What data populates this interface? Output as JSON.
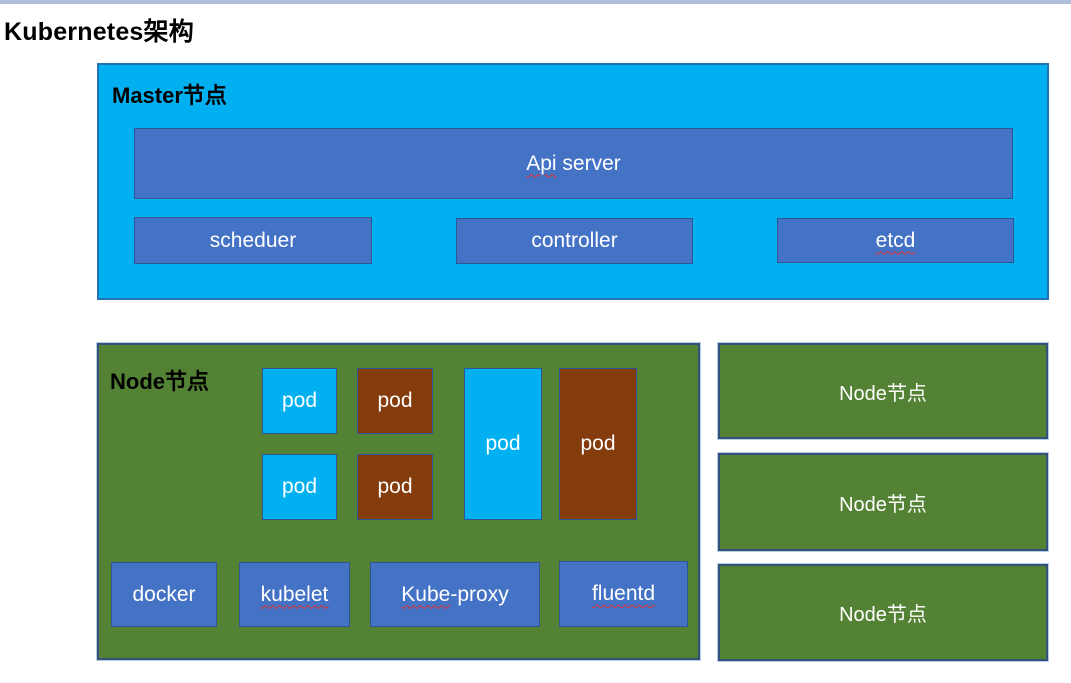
{
  "page": {
    "title": "Kubernetes架构"
  },
  "colors": {
    "canvas_bg": "#FFFFFF",
    "top_strip": "#AEBFDC",
    "light_blue": "#00B0F0",
    "medium_blue": "#4472C4",
    "green": "#548235",
    "brown": "#843C0C",
    "title_text": "#000000",
    "box_text": "#FFFFFF",
    "master_border": "#2173B4",
    "blue_box_border": "#2F5597",
    "green_border": "#33527A",
    "squiggle": "#E03131"
  },
  "master": {
    "label": "Master节点",
    "api_server": {
      "misspelled_part": "Api",
      "rest": " server"
    },
    "scheduler_label": "scheduer",
    "controller_label": "controller",
    "etcd": {
      "misspelled_part": "etcd",
      "rest": ""
    }
  },
  "node_main": {
    "label": "Node节点",
    "pod_label": "pod",
    "pods": [
      {
        "color": "light_blue",
        "size": "small"
      },
      {
        "color": "brown",
        "size": "small"
      },
      {
        "color": "light_blue",
        "size": "small"
      },
      {
        "color": "brown",
        "size": "small"
      },
      {
        "color": "light_blue",
        "size": "tall"
      },
      {
        "color": "brown",
        "size": "tall"
      }
    ],
    "daemons": [
      {
        "misspelled_part": "",
        "rest": "docker"
      },
      {
        "misspelled_part": "kubelet",
        "rest": ""
      },
      {
        "misspelled_part": "Kube",
        "rest": "-proxy"
      },
      {
        "misspelled_part": "fluentd",
        "rest": ""
      }
    ]
  },
  "node_right": {
    "labels": [
      "Node节点",
      "Node节点",
      "Node节点"
    ]
  }
}
